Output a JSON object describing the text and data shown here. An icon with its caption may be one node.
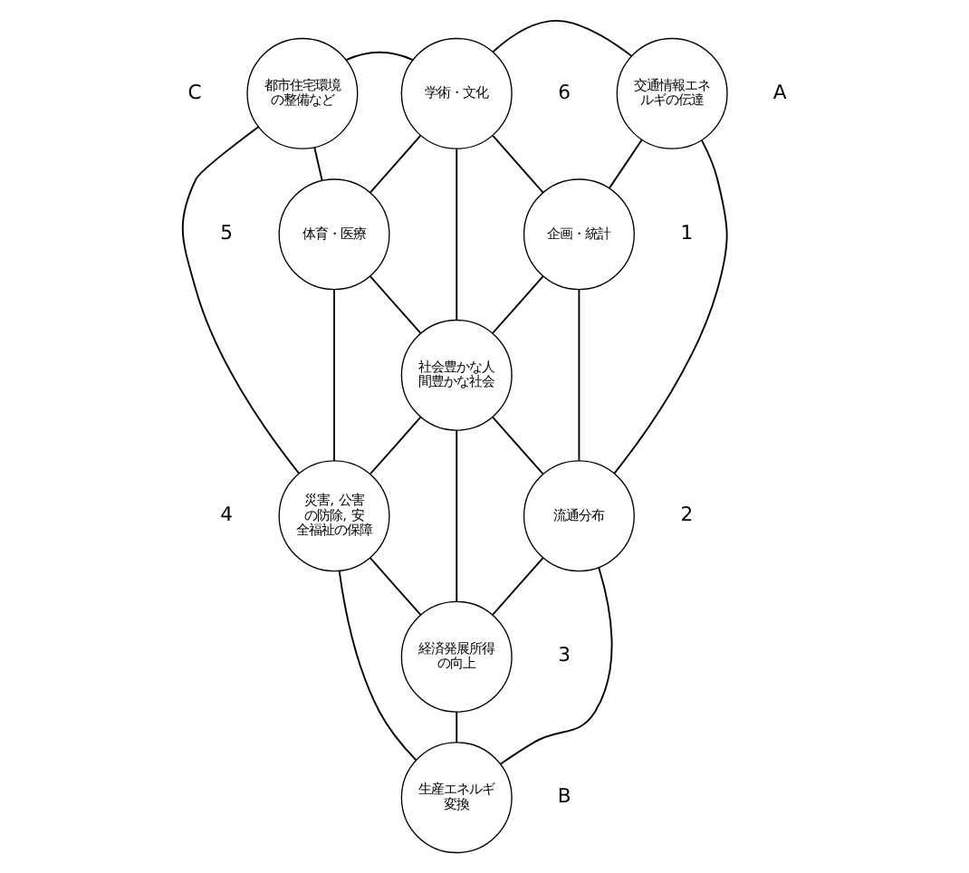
{
  "diagram": {
    "nodes": [
      {
        "text": [
          "都市住宅環境の整備など"
        ],
        "beside": [
          "C"
        ]
      },
      {
        "text": [
          "学術・文化"
        ],
        "beside": [
          "6"
        ]
      },
      {
        "text": [
          "交通情報エネルギの伝達"
        ],
        "beside": [
          "A"
        ]
      },
      {
        "text": [
          "体育・医療"
        ],
        "beside": [
          "5"
        ]
      },
      {
        "text": [
          "企画・統計"
        ],
        "beside": [
          "1"
        ]
      },
      {
        "text": [
          "社会豊かな人間豊かな社会"
        ]
      },
      {
        "text": [
          "災害, 公害の防除, 安全福祉の保障"
        ],
        "beside": [
          "4"
        ]
      },
      {
        "text": [
          "流通分布"
        ],
        "beside": [
          "2"
        ]
      },
      {
        "text": [
          "経済発展所得の向上"
        ],
        "beside": [
          "3"
        ]
      },
      {
        "text": [
          "生産エネルギ変換"
        ],
        "beside": [
          "B"
        ]
      }
    ],
    "edges": [
      {
        "from": 0,
        "to": 1,
        "arrow": "none"
      },
      {
        "from": 1,
        "to": 2,
        "arrow": "none"
      },
      {
        "from": 0,
        "to": 3,
        "arrow": "none"
      },
      {
        "from": 1,
        "to": 3,
        "arrow": "none"
      },
      {
        "from": 1,
        "to": 4,
        "arrow": "none"
      },
      {
        "from": 1,
        "to": 5,
        "arrow": "none"
      },
      {
        "from": 2,
        "to": 4,
        "arrow": "none"
      },
      {
        "from": 0,
        "to": 6,
        "arrow": "none"
      },
      {
        "from": 2,
        "to": 7,
        "arrow": "none"
      },
      {
        "from": 3,
        "to": 5,
        "arrow": "none"
      },
      {
        "from": 4,
        "to": 5,
        "arrow": "none"
      },
      {
        "from": 3,
        "to": 6,
        "arrow": "none"
      },
      {
        "from": 4,
        "to": 7,
        "arrow": "none"
      },
      {
        "from": 5,
        "to": 6,
        "arrow": "none"
      },
      {
        "from": 5,
        "to": 7,
        "arrow": "none"
      },
      {
        "from": 5,
        "to": 8,
        "arrow": "none"
      },
      {
        "from": 6,
        "to": 8,
        "arrow": "none"
      },
      {
        "from": 7,
        "to": 8,
        "arrow": "none"
      },
      {
        "from": 6,
        "to": 9,
        "arrow": "none"
      },
      {
        "from": 7,
        "to": 9,
        "arrow": "none"
      },
      {
        "from": 8,
        "to": 9,
        "arrow": "none"
      }
    ]
  }
}
